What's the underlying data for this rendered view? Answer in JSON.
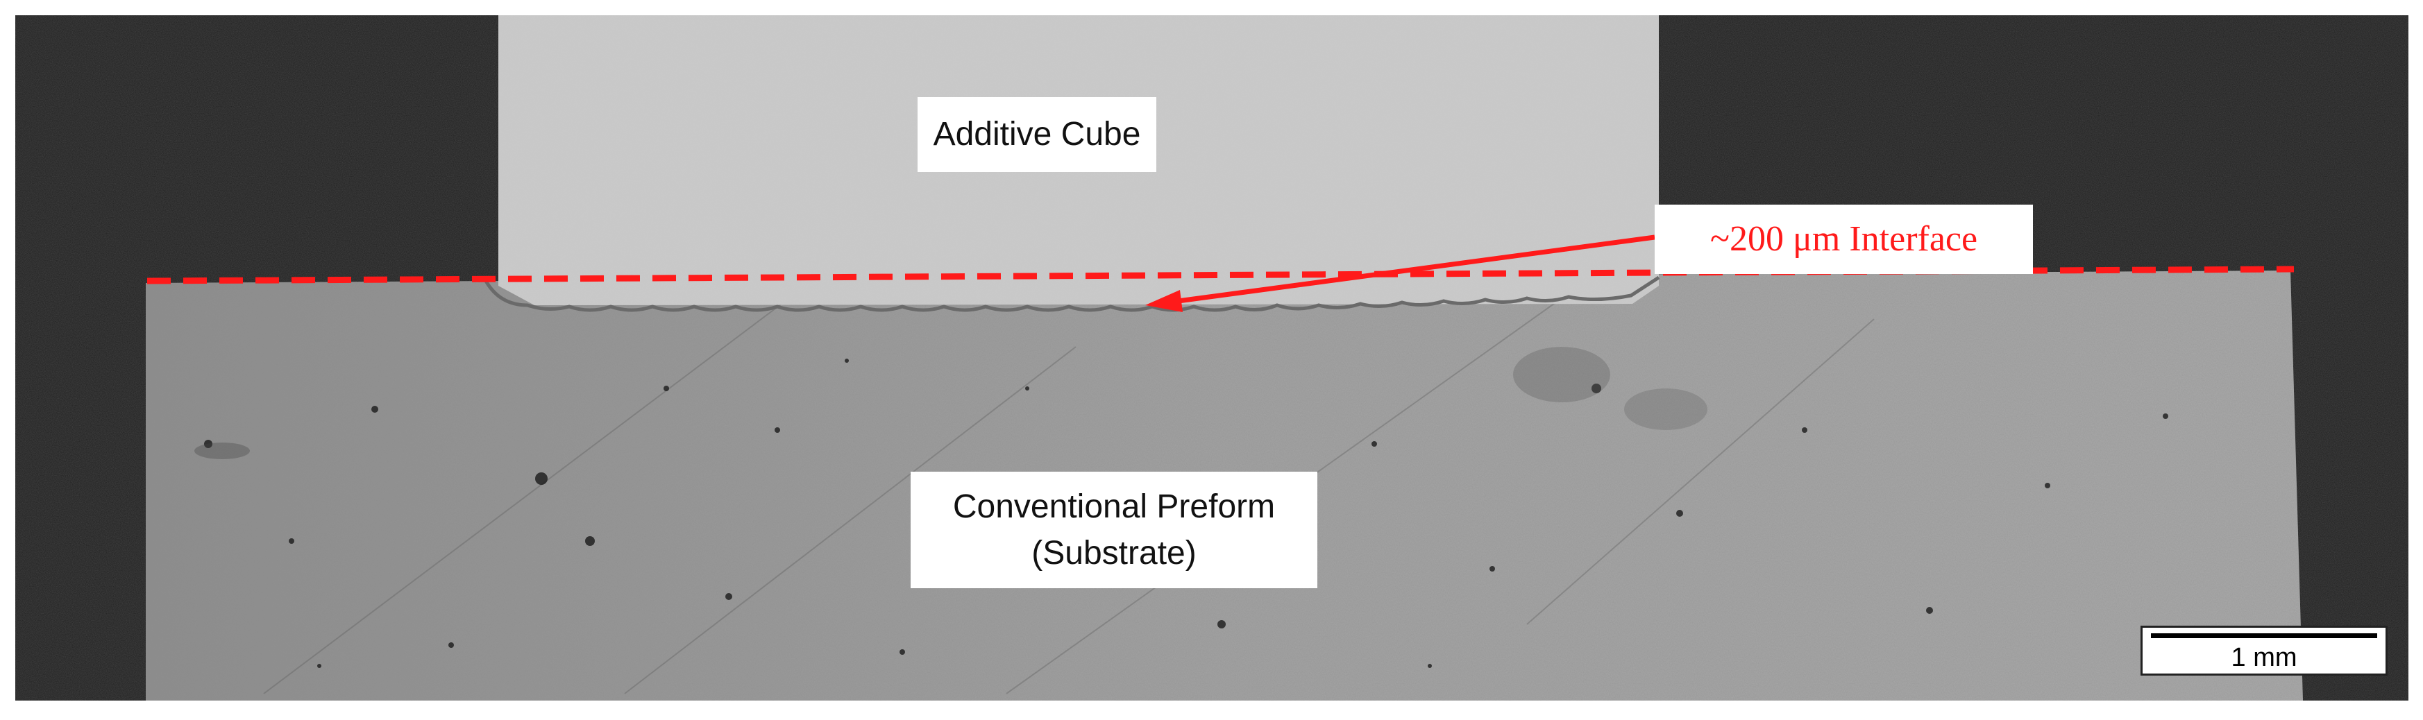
{
  "labels": {
    "additive": "Additive Cube",
    "preform_line1": "Conventional Preform",
    "preform_line2": "(Substrate)",
    "interface": "~200 μm Interface"
  },
  "scale_bar": {
    "label": "1 mm"
  },
  "colors": {
    "annotation": "#ff1a1a",
    "mount": "#1c1c1c",
    "cube": "#c8c8c8",
    "substrate": "#9e9e9e"
  }
}
